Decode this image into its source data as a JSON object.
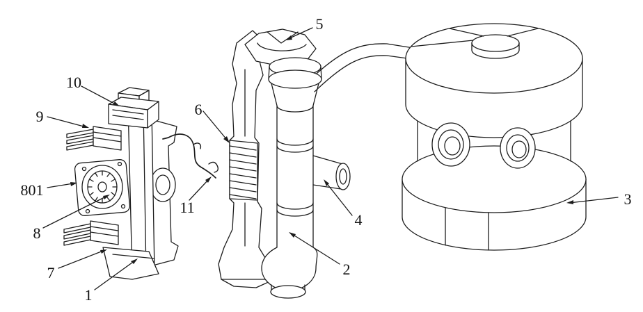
{
  "figure": {
    "kind": "patent-line-drawing",
    "background": "#ffffff",
    "stroke_color": "#1c1c1c",
    "callouts": [
      {
        "label": "5"
      },
      {
        "label": "10"
      },
      {
        "label": "9"
      },
      {
        "label": "801"
      },
      {
        "label": "8"
      },
      {
        "label": "7"
      },
      {
        "label": "1"
      },
      {
        "label": "11"
      },
      {
        "label": "6"
      },
      {
        "label": "2"
      },
      {
        "label": "4"
      },
      {
        "label": "3"
      }
    ]
  }
}
